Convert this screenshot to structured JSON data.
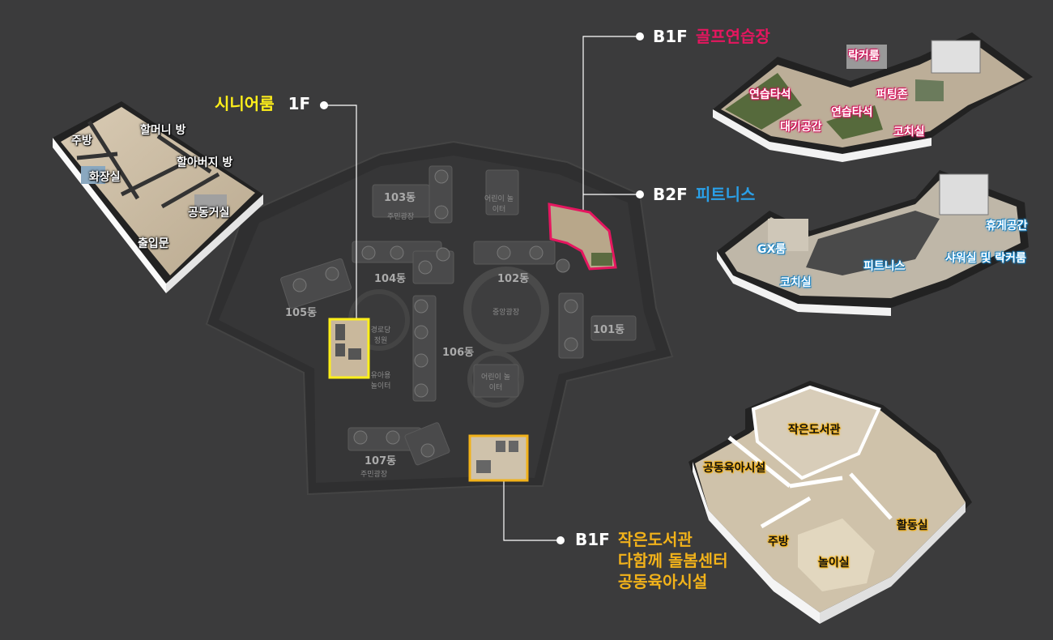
{
  "callouts": {
    "senior": {
      "name": "시니어룸",
      "floor": "1F"
    },
    "golf": {
      "floor": "B1F",
      "name": "골프연습장"
    },
    "fitness": {
      "floor": "B2F",
      "name": "피트니스"
    },
    "library": {
      "floor": "B1F",
      "names": [
        "작은도서관",
        "다함께 돌봄센터",
        "공동육아시설"
      ]
    }
  },
  "senior_room_labels": [
    "주방",
    "할머니 방",
    "할아버지 방",
    "화장실",
    "공동거실",
    "출입문"
  ],
  "golf_labels": [
    "락커룸",
    "연습타석",
    "퍼팅존",
    "연습타석",
    "대기공간",
    "코치실"
  ],
  "fitness_labels": [
    "휴게공간",
    "GX룸",
    "샤워실 및 락커룸",
    "피트니스",
    "코치실"
  ],
  "library_labels": [
    "작은도서관",
    "공동육아시설",
    "주방",
    "활동실",
    "놀이실"
  ],
  "site_map": {
    "buildings": [
      "103동",
      "104동",
      "102동",
      "105동",
      "101동",
      "106동",
      "107동"
    ],
    "places": [
      "어린이 놀이터",
      "주민광장",
      "중앙광장",
      "경로당 정원",
      "유아용 놀이터",
      "어린이 놀이터",
      "주민광장"
    ]
  },
  "colors": {
    "senior": "#ffef1a",
    "golf": "#e5165f",
    "fitness": "#2aa0e8",
    "library": "#f2b21a"
  }
}
